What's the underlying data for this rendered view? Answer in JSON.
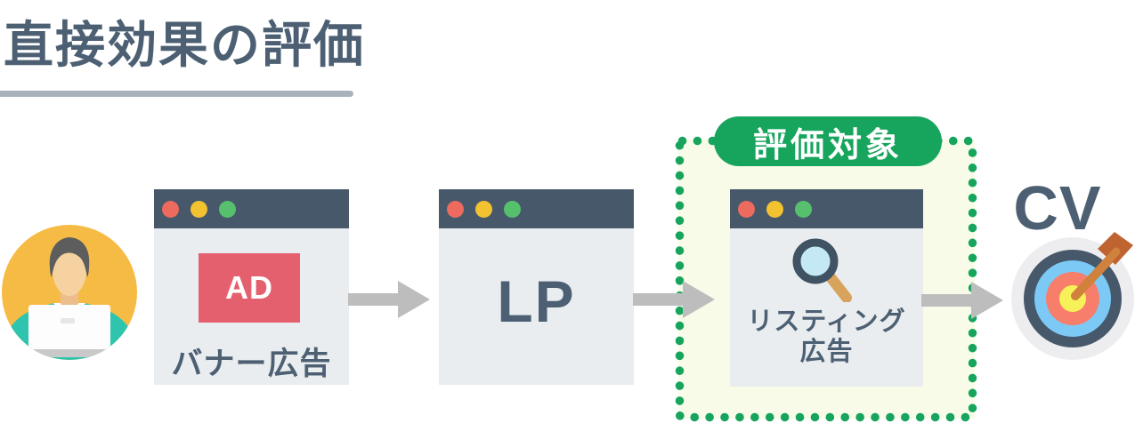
{
  "title": {
    "text": "直接効果の評価"
  },
  "steps": {
    "banner": {
      "ad_label": "AD",
      "caption": "バナー広告"
    },
    "lp": {
      "caption": "LP"
    },
    "listing": {
      "caption_line1": "リスティング",
      "caption_line2": "広告"
    }
  },
  "evaluation": {
    "badge_label": "評価対象"
  },
  "conversion": {
    "label": "CV"
  },
  "icons": [
    "person-at-laptop-icon",
    "window-control-dots-icon",
    "magnifier-icon",
    "dartboard-with-dart-icon",
    "right-arrow-icon"
  ],
  "colors": {
    "title_slate": "#4d6073",
    "underline_gray": "#a9b2bc",
    "window_header": "#47586b",
    "window_body": "#e9edf0",
    "dot_red": "#ec6a5e",
    "dot_yellow": "#f2c230",
    "dot_green": "#57c06d",
    "ad_red": "#e5606e",
    "arrow_gray": "#bdbdbd",
    "eval_green": "#17a45c",
    "eval_box_bg": "#f7fbe7",
    "person_circle_yellow": "#f6bb45",
    "person_jacket_teal": "#2fc4ad",
    "target_blue": "#7cc9f6",
    "target_salmon": "#f87e6c",
    "target_yellow": "#f7f159",
    "dart_orange": "#d0813c"
  }
}
